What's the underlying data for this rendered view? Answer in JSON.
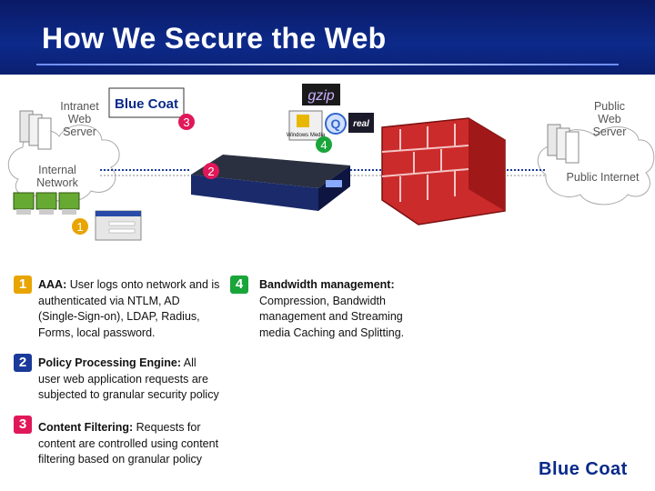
{
  "title": "How We Secure the Web",
  "diagram": {
    "intranet_server": "Intranet\nWeb\nServer",
    "internal_network": "Internal\nNetwork",
    "public_server": "Public\nWeb\nServer",
    "public_internet": "Public Internet",
    "markers": [
      "1",
      "2",
      "3",
      "4"
    ],
    "logos": {
      "bluecoat": "Blue Coat",
      "gzip": "gzip",
      "windows_media": "Windows Media",
      "real": "real"
    }
  },
  "steps": [
    {
      "num": "1",
      "heading": "AAA:",
      "body": "User logs onto network and is authenticated via NTLM, AD (Single-Sign-on), LDAP, Radius, Forms, local password.",
      "color": "#e8a400"
    },
    {
      "num": "2",
      "heading": "Policy Processing Engine:",
      "body": "All user web application requests are subjected to granular security policy",
      "color": "#1a3a9a"
    },
    {
      "num": "3",
      "heading": "Content Filtering:",
      "body": "Requests for content are controlled using content filtering based on granular policy",
      "color": "#e0185a"
    },
    {
      "num": "4",
      "heading": "Bandwidth management:",
      "body": "Compression, Bandwidth management and Streaming media Caching and Splitting.",
      "color": "#1aa53a"
    }
  ],
  "footer_logo": "Blue Coat"
}
